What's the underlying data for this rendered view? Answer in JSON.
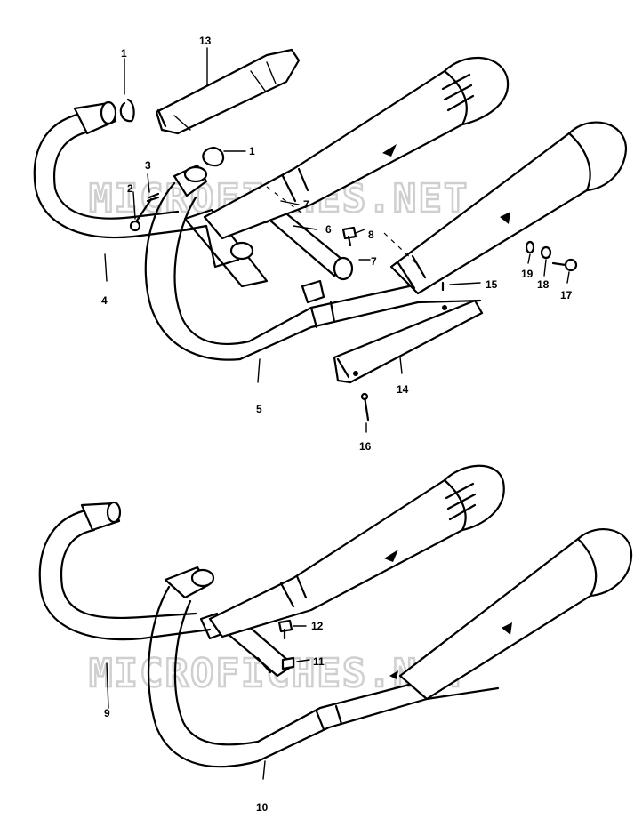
{
  "watermark": "MICROFICHES.NET",
  "callouts": {
    "c1a": "1",
    "c1b": "1",
    "c2": "2",
    "c3": "3",
    "c4": "4",
    "c5": "5",
    "c6": "6",
    "c7a": "7",
    "c7b": "7",
    "c8": "8",
    "c9": "9",
    "c10": "10",
    "c11": "11",
    "c12": "12",
    "c13": "13",
    "c14": "14",
    "c15": "15",
    "c16": "16",
    "c17": "17",
    "c18": "18",
    "c19": "19"
  }
}
